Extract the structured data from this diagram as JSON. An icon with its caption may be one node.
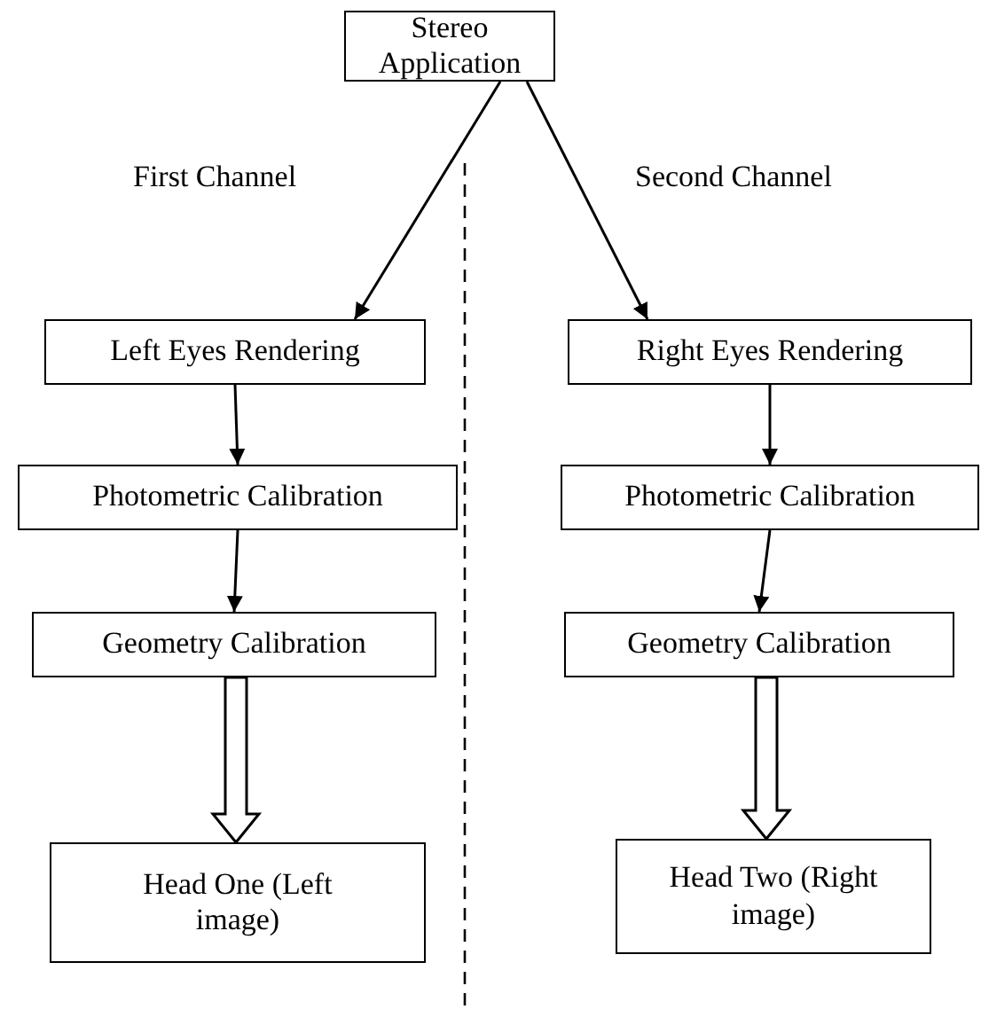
{
  "diagram": {
    "nodes": [
      {
        "text": [
          "Stereo Application"
        ]
      },
      {
        "text": [
          "Left Eyes Rendering"
        ]
      },
      {
        "text": [
          "Right Eyes Rendering"
        ]
      },
      {
        "text": [
          "Photometric Calibration"
        ]
      },
      {
        "text": [
          "Photometric Calibration"
        ]
      },
      {
        "text": [
          "Geometry Calibration"
        ]
      },
      {
        "text": [
          "Geometry Calibration"
        ]
      },
      {
        "text": [
          "Head One (Left image)"
        ]
      },
      {
        "text": [
          "Head Two (Right image)"
        ]
      }
    ],
    "edges": [
      {
        "from": 0,
        "to": 1,
        "arrow": "to"
      },
      {
        "from": 0,
        "to": 2,
        "arrow": "to"
      },
      {
        "from": 1,
        "to": 3,
        "arrow": "to"
      },
      {
        "from": 2,
        "to": 4,
        "arrow": "to"
      },
      {
        "from": 3,
        "to": 5,
        "arrow": "to"
      },
      {
        "from": 4,
        "to": 6,
        "arrow": "to"
      },
      {
        "from": 5,
        "to": 7,
        "arrow": "to",
        "style": "thick"
      },
      {
        "from": 6,
        "to": 8,
        "arrow": "to",
        "style": "thick"
      }
    ],
    "labels": [
      "First Channel",
      "Second Channel"
    ]
  }
}
